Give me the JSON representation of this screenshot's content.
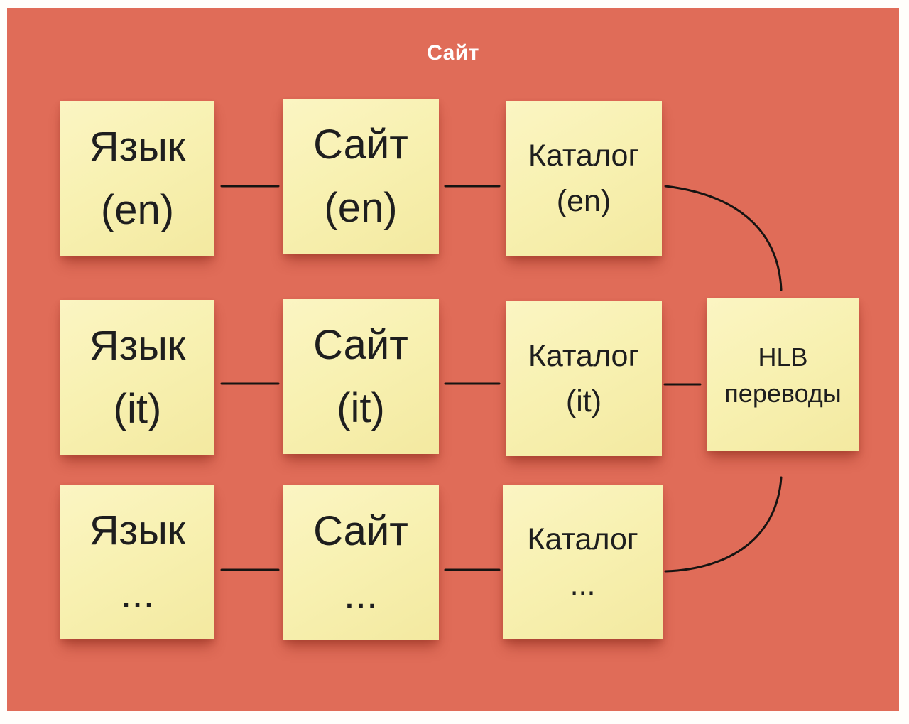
{
  "colors": {
    "board_background": "#e06c58",
    "page_margin": "#fffefb",
    "note_fill": "#f8f1b2",
    "note_text": "#1e1e1e",
    "connector": "#161412",
    "title_text": "#ffffff"
  },
  "frame": {
    "title": "Сайт"
  },
  "notes": {
    "lang_en": {
      "line1": "Язык",
      "line2": "(en)"
    },
    "site_en": {
      "line1": "Сайт",
      "line2": "(en)"
    },
    "catalog_en": {
      "line1": "Каталог",
      "line2": "(en)"
    },
    "lang_it": {
      "line1": "Язык",
      "line2": "(it)"
    },
    "site_it": {
      "line1": "Сайт",
      "line2": "(it)"
    },
    "catalog_it": {
      "line1": "Каталог",
      "line2": "(it)"
    },
    "lang_other": {
      "line1": "Язык",
      "line2": "..."
    },
    "site_other": {
      "line1": "Сайт",
      "line2": "..."
    },
    "catalog_other": {
      "line1": "Каталог",
      "line2": "..."
    },
    "hlb": {
      "line1": "HLB",
      "line2": "переводы"
    }
  }
}
